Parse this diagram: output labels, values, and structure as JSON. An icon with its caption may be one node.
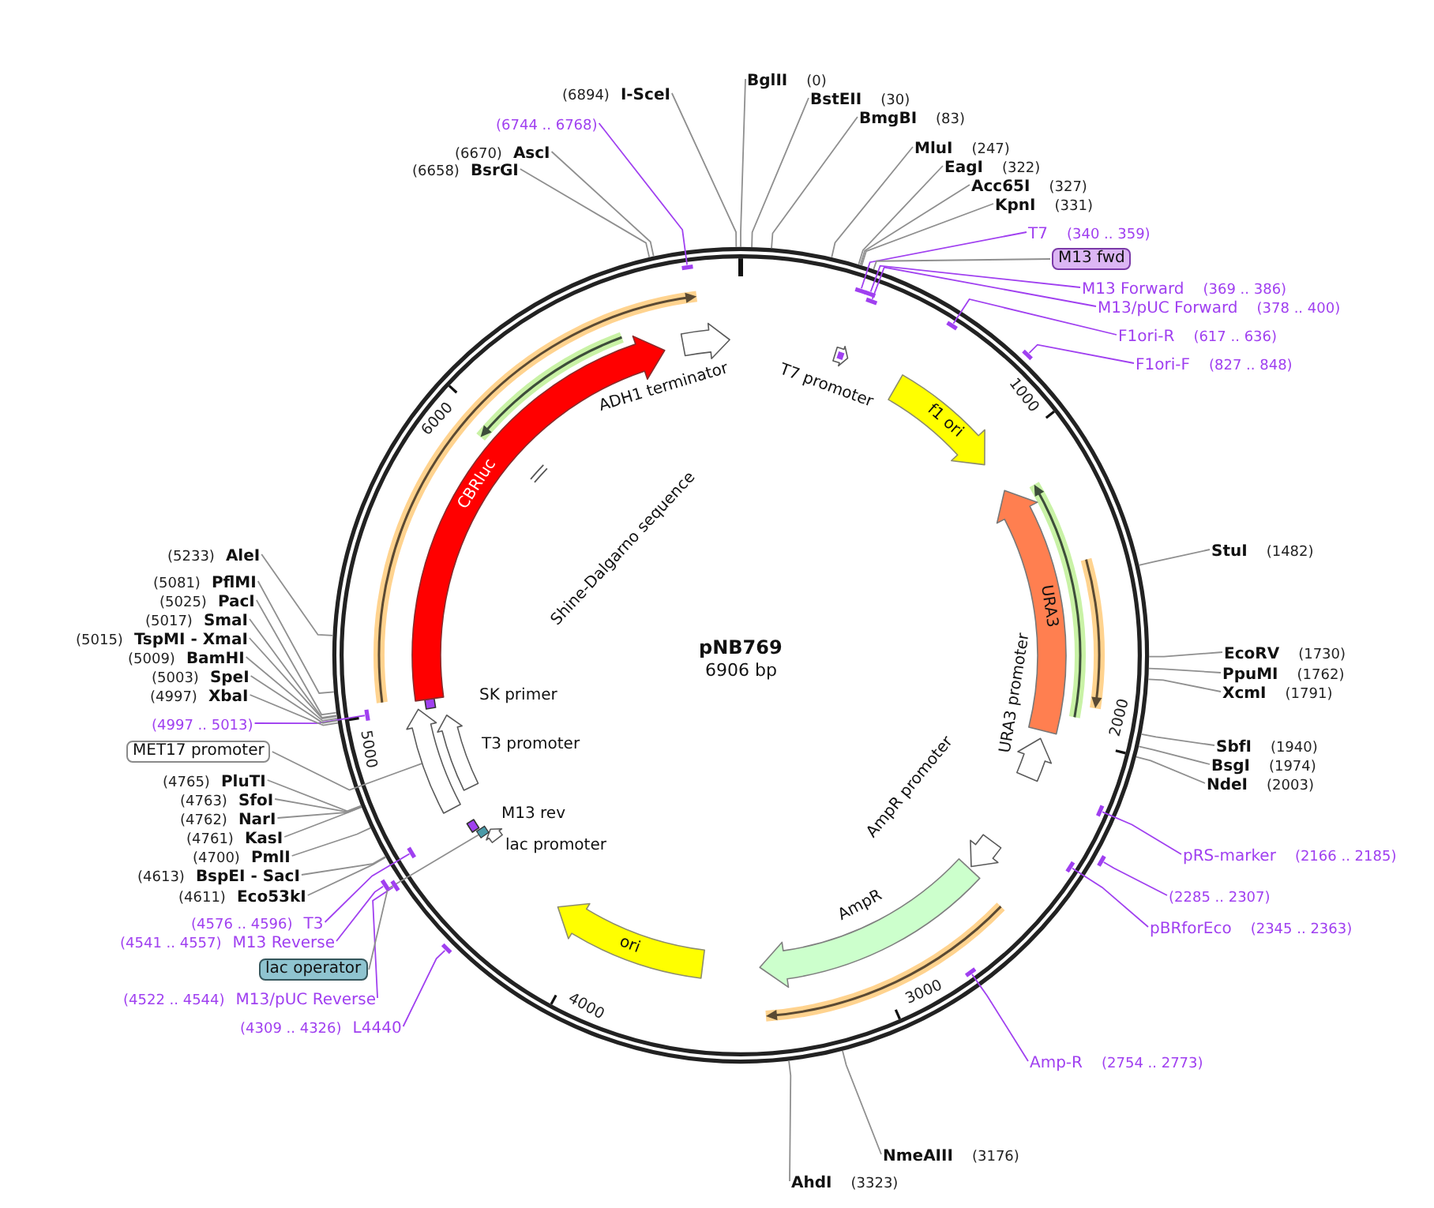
{
  "diagram": {
    "title": "pNB769",
    "nodes": [
      {
        "text": [
          "BglII"
        ],
        "beside": [
          "(0)"
        ]
      },
      {
        "text": [
          "BstEII"
        ],
        "beside": [
          "(30)"
        ]
      },
      {
        "text": [
          "BmgBI"
        ],
        "beside": [
          "(83)"
        ]
      },
      {
        "text": [
          "MluI"
        ],
        "beside": [
          "(247)"
        ]
      },
      {
        "text": [
          "EagI"
        ],
        "beside": [
          "(322)"
        ]
      },
      {
        "text": [
          "Acc65I"
        ],
        "beside": [
          "(327)"
        ]
      },
      {
        "text": [
          "KpnI"
        ],
        "beside": [
          "(331)"
        ]
      },
      {
        "text": [
          "T7"
        ],
        "beside": [
          "(340 .. 359)"
        ]
      },
      {
        "text": [],
        "shape": "bar"
      },
      {
        "text": [
          "M13 fwd"
        ]
      },
      {
        "text": [
          "M13 Forward"
        ],
        "beside": [
          "(369 .. 386)"
        ]
      },
      {
        "text": [],
        "shape": "bar"
      },
      {
        "text": [
          "M13/pUC Forward"
        ],
        "beside": [
          "(378 .. 400)"
        ]
      },
      {
        "text": [],
        "shape": "bar"
      },
      {
        "text": [
          "F1ori-R"
        ],
        "beside": [
          "(617 .. 636)"
        ]
      },
      {
        "text": [],
        "shape": "bar"
      },
      {
        "text": [
          "F1ori-F"
        ],
        "beside": [
          "(827 .. 848)"
        ]
      },
      {
        "text": [],
        "shape": "bar"
      },
      {
        "text": [
          "StuI"
        ],
        "beside": [
          "(1482)"
        ]
      },
      {
        "text": [
          "EcoRV"
        ],
        "beside": [
          "(1730)"
        ]
      },
      {
        "text": [
          "PpuMI"
        ],
        "beside": [
          "(1762)"
        ]
      },
      {
        "text": [
          "XcmI"
        ],
        "beside": [
          "(1791)"
        ]
      },
      {
        "text": [
          "SbfI"
        ],
        "beside": [
          "(1940)"
        ]
      },
      {
        "text": [
          "BsgI"
        ],
        "beside": [
          "(1974)"
        ]
      },
      {
        "text": [
          "NdeI"
        ],
        "beside": [
          "(2003)"
        ]
      },
      {
        "text": [
          "pRS-marker"
        ],
        "beside": [
          "(2166 .. 2185)"
        ]
      },
      {
        "text": [],
        "shape": "bar"
      },
      {
        "text": [
          "(2285 .. 2307)"
        ]
      },
      {
        "text": [],
        "shape": "bar"
      },
      {
        "text": [
          "pBRforEco"
        ],
        "beside": [
          "(2345 .. 2363)"
        ]
      },
      {
        "text": [],
        "shape": "bar"
      },
      {
        "text": [
          "Amp-R"
        ],
        "beside": [
          "(2754 .. 2773)"
        ]
      },
      {
        "text": [],
        "shape": "bar"
      },
      {
        "text": [
          "NmeAIII"
        ],
        "beside": [
          "(3176)"
        ]
      },
      {
        "text": [
          "AhdI"
        ],
        "beside": [
          "(3323)"
        ]
      },
      {
        "text": [
          "L4440"
        ],
        "beside": [
          "(4309 .. 4326)"
        ]
      },
      {
        "text": [],
        "shape": "bar"
      },
      {
        "text": [
          "M13/pUC Reverse"
        ],
        "beside": [
          "(4522 .. 4544)"
        ]
      },
      {
        "text": [],
        "shape": "bar"
      },
      {
        "text": [
          "lac operator"
        ]
      },
      {
        "text": [
          "M13 Reverse"
        ],
        "beside": [
          "(4541 .. 4557)"
        ]
      },
      {
        "text": [],
        "shape": "bar"
      },
      {
        "text": [
          "T3"
        ],
        "beside": [
          "(4576 .. 4596)"
        ]
      },
      {
        "text": [],
        "shape": "bar"
      },
      {
        "text": [
          "Eco53kI"
        ],
        "beside": [
          "(4611)"
        ]
      },
      {
        "text": [
          "BspEI - SacI"
        ],
        "beside": [
          "(4613)"
        ]
      },
      {
        "text": [
          "PmlI"
        ],
        "beside": [
          "(4700)"
        ]
      },
      {
        "text": [
          "KasI"
        ],
        "beside": [
          "(4761)"
        ]
      },
      {
        "text": [
          "NarI"
        ],
        "beside": [
          "(4762)"
        ]
      },
      {
        "text": [
          "SfoI"
        ],
        "beside": [
          "(4763)"
        ]
      },
      {
        "text": [
          "PluTI"
        ],
        "beside": [
          "(4765)"
        ]
      },
      {
        "text": [
          "MET17 promoter"
        ]
      },
      {
        "text": [
          "(4997 .. 5013)"
        ]
      },
      {
        "text": [],
        "shape": "bar"
      },
      {
        "text": [
          "XbaI"
        ],
        "beside": [
          "(4997)"
        ]
      },
      {
        "text": [
          "SpeI"
        ],
        "beside": [
          "(5003)"
        ]
      },
      {
        "text": [
          "BamHI"
        ],
        "beside": [
          "(5009)"
        ]
      },
      {
        "text": [
          "TspMI - XmaI"
        ],
        "beside": [
          "(5015)"
        ]
      },
      {
        "text": [
          "SmaI"
        ],
        "beside": [
          "(5017)"
        ]
      },
      {
        "text": [
          "PacI"
        ],
        "beside": [
          "(5025)"
        ]
      },
      {
        "text": [
          "PflMI"
        ],
        "beside": [
          "(5081)"
        ]
      },
      {
        "text": [
          "AleI"
        ],
        "beside": [
          "(5233)"
        ]
      },
      {
        "text": [
          "BsrGI"
        ],
        "beside": [
          "(6658)"
        ]
      },
      {
        "text": [
          "AscI"
        ],
        "beside": [
          "(6670)"
        ]
      },
      {
        "text": [
          "(6744 .. 6768)"
        ]
      },
      {
        "text": [],
        "shape": "bar"
      },
      {
        "text": [
          "I-SceI"
        ],
        "beside": [
          "(6894)"
        ]
      },
      {
        "text": [
          "T7 promoter"
        ]
      },
      {
        "text": [
          "f1 ori"
        ]
      },
      {
        "text": [
          "URA3"
        ]
      },
      {
        "text": [
          "URA3 promoter"
        ]
      },
      {
        "text": [
          "AmpR promoter"
        ]
      },
      {
        "text": [
          "AmpR"
        ]
      },
      {
        "text": [
          "ori"
        ]
      },
      {
        "text": [
          "lac promoter"
        ]
      },
      {
        "text": [],
        "shape": "bar"
      },
      {
        "text": [
          "M13 rev"
        ]
      },
      {
        "text": [],
        "shape": "arrow"
      },
      {
        "text": [
          "T3 promoter"
        ]
      },
      {
        "text": [
          "SK primer"
        ]
      },
      {
        "text": [
          "CBRluc"
        ]
      },
      {
        "text": [
          "ADH1 terminator"
        ]
      },
      {
        "text": [
          "Shine-Dalgarno sequence"
        ]
      }
    ],
    "edges": [
      {
        "from": 0,
        "to": null,
        "arrow": "none"
      },
      {
        "from": 1,
        "to": null,
        "arrow": "none"
      },
      {
        "from": 2,
        "to": null,
        "arrow": "none"
      },
      {
        "from": 3,
        "to": null,
        "arrow": "none"
      },
      {
        "from": 4,
        "to": null,
        "arrow": "none"
      },
      {
        "from": 5,
        "to": null,
        "arrow": "none"
      },
      {
        "from": 6,
        "to": null,
        "arrow": "none"
      },
      {
        "from": 7,
        "to": 8,
        "arrow": "none",
        "color": "#a040f0"
      },
      {
        "from": 9,
        "to": null,
        "arrow": "none"
      },
      {
        "from": 10,
        "to": 11,
        "arrow": "none",
        "color": "#a040f0"
      },
      {
        "from": 12,
        "to": 13,
        "arrow": "none",
        "color": "#a040f0"
      },
      {
        "from": 14,
        "to": 15,
        "arrow": "none",
        "color": "#a040f0"
      },
      {
        "from": 16,
        "to": 17,
        "arrow": "none",
        "color": "#a040f0"
      },
      {
        "from": 18,
        "to": null,
        "arrow": "none"
      },
      {
        "from": 19,
        "to": null,
        "arrow": "none"
      },
      {
        "from": 20,
        "to": null,
        "arrow": "none"
      },
      {
        "from": 21,
        "to": null,
        "arrow": "none"
      },
      {
        "from": 22,
        "to": null,
        "arrow": "none"
      },
      {
        "from": 23,
        "to": null,
        "arrow": "none"
      },
      {
        "from": 24,
        "to": null,
        "arrow": "none"
      },
      {
        "from": 25,
        "to": 26,
        "arrow": "none",
        "color": "#a040f0"
      },
      {
        "from": 27,
        "to": 28,
        "arrow": "none",
        "color": "#a040f0"
      },
      {
        "from": 29,
        "to": 30,
        "arrow": "none",
        "color": "#a040f0"
      },
      {
        "from": 31,
        "to": 32,
        "arrow": "none",
        "color": "#a040f0"
      },
      {
        "from": 33,
        "to": null,
        "arrow": "none"
      },
      {
        "from": 34,
        "to": null,
        "arrow": "none"
      },
      {
        "from": 35,
        "to": 36,
        "arrow": "none",
        "color": "#a040f0"
      },
      {
        "from": 37,
        "to": 38,
        "arrow": "none",
        "color": "#a040f0"
      },
      {
        "from": 39,
        "to": 75,
        "arrow": "none"
      },
      {
        "from": 40,
        "to": 41,
        "arrow": "none",
        "color": "#a040f0"
      },
      {
        "from": 42,
        "to": 43,
        "arrow": "none",
        "color": "#a040f0"
      },
      {
        "from": 44,
        "to": null,
        "arrow": "none"
      },
      {
        "from": 45,
        "to": null,
        "arrow": "none"
      },
      {
        "from": 46,
        "to": null,
        "arrow": "none"
      },
      {
        "from": 47,
        "to": null,
        "arrow": "none"
      },
      {
        "from": 48,
        "to": null,
        "arrow": "none"
      },
      {
        "from": 49,
        "to": null,
        "arrow": "none"
      },
      {
        "from": 50,
        "to": null,
        "arrow": "none"
      },
      {
        "from": 51,
        "to": 77,
        "arrow": "none"
      },
      {
        "from": 52,
        "to": 53,
        "arrow": "none",
        "color": "#a040f0"
      },
      {
        "from": 54,
        "to": null,
        "arrow": "none"
      },
      {
        "from": 55,
        "to": null,
        "arrow": "none"
      },
      {
        "from": 56,
        "to": null,
        "arrow": "none"
      },
      {
        "from": 57,
        "to": null,
        "arrow": "none"
      },
      {
        "from": 58,
        "to": null,
        "arrow": "none"
      },
      {
        "from": 59,
        "to": null,
        "arrow": "none"
      },
      {
        "from": 60,
        "to": null,
        "arrow": "none"
      },
      {
        "from": 61,
        "to": null,
        "arrow": "none"
      },
      {
        "from": 62,
        "to": null,
        "arrow": "none"
      },
      {
        "from": 63,
        "to": null,
        "arrow": "none"
      },
      {
        "from": 64,
        "to": 65,
        "arrow": "none",
        "color": "#a040f0"
      },
      {
        "from": 66,
        "to": null,
        "arrow": "none"
      }
    ],
    "labels": [
      "6906 bp",
      "1000",
      "2000",
      "3000",
      "4000",
      "5000",
      "6000"
    ]
  }
}
